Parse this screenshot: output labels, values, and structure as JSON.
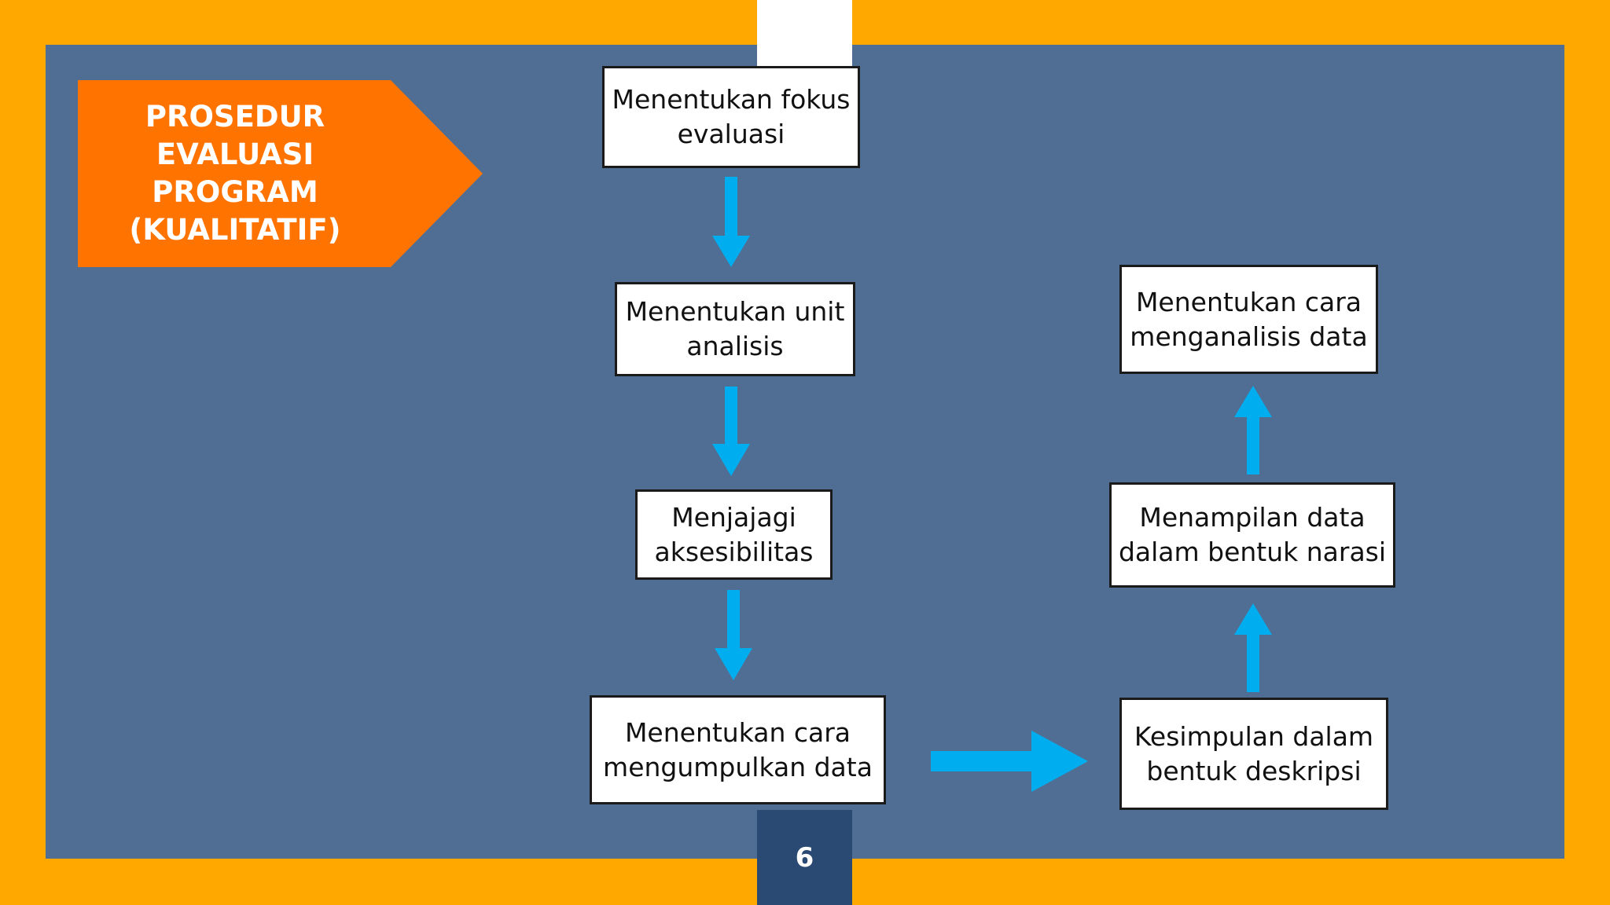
{
  "title": {
    "lines": [
      "PROSEDUR",
      "EVALUASI PROGRAM",
      "(KUALITATIF)"
    ]
  },
  "steps": [
    {
      "lines": [
        "Menentukan fokus",
        "evaluasi"
      ]
    },
    {
      "lines": [
        "Menentukan unit",
        "analisis"
      ]
    },
    {
      "lines": [
        "Menjajagi",
        "aksesibilitas"
      ]
    },
    {
      "lines": [
        "Menentukan cara",
        "mengumpulkan data"
      ]
    },
    {
      "lines": [
        "Kesimpulan dalam",
        "bentuk deskripsi"
      ]
    },
    {
      "lines": [
        "Menampilan data",
        "dalam bentuk narasi"
      ]
    },
    {
      "lines": [
        "Menentukan cara",
        "menganalisis data"
      ]
    }
  ],
  "page_number": "6",
  "colors": {
    "frame": "#FFA800",
    "panel": "#506E94",
    "title_shape": "#FF7400",
    "arrow": "#00AEEF",
    "page_tab": "#2B4A73"
  }
}
